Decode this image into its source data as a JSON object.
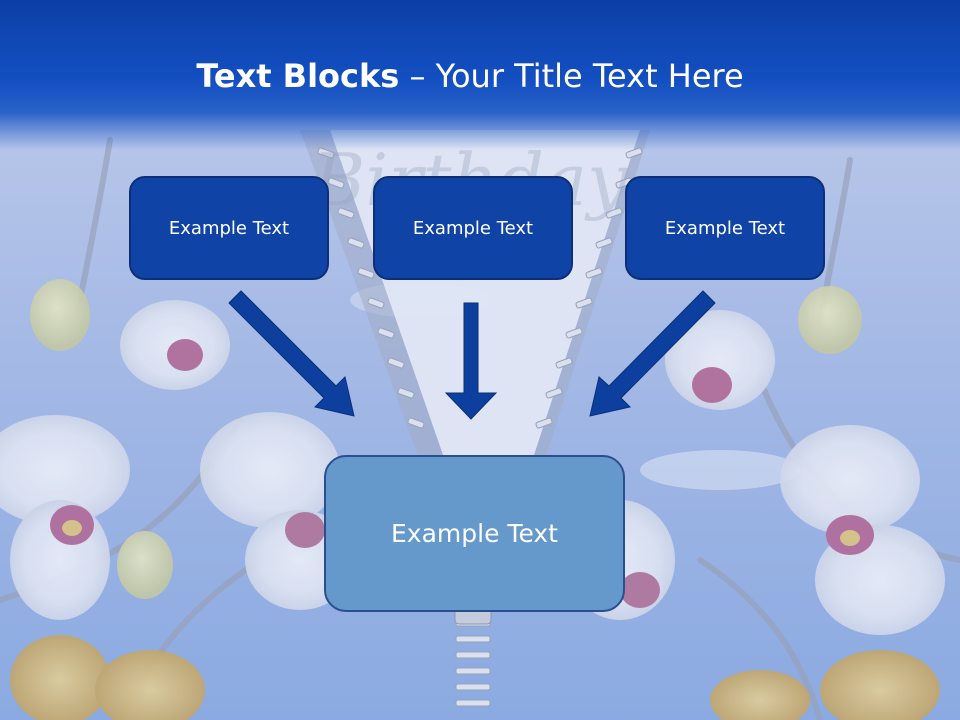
{
  "slide": {
    "title_bold": "Text Blocks",
    "title_dash": " – ",
    "title_rest": "Your Title Text Here",
    "watermark": "Birthday"
  },
  "blocks": {
    "top_left": "Example Text",
    "top_center": "Example Text",
    "top_right": "Example Text",
    "bottom": "Example Text"
  },
  "colors": {
    "header_blue": "#1450c2",
    "box_dark": "#1043a6",
    "box_light": "#6599cc",
    "arrow": "#0d3f9e"
  },
  "icons": [
    "zipper-graphic",
    "orchid-flowers",
    "arrow-down-right",
    "arrow-down",
    "arrow-down-left"
  ]
}
